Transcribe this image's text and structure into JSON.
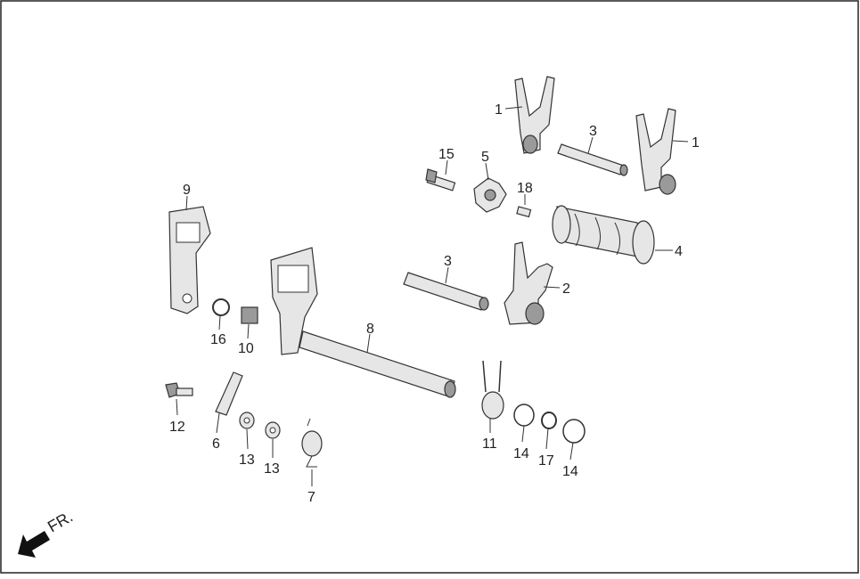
{
  "diagram": {
    "direction_label": "FR.",
    "callouts": [
      "1",
      "1",
      "3",
      "15",
      "5",
      "18",
      "9",
      "4",
      "3",
      "2",
      "16",
      "10",
      "8",
      "12",
      "6",
      "13",
      "13",
      "7",
      "11",
      "14",
      "17",
      "14"
    ]
  },
  "colors": {
    "line": "#333333",
    "part_fill": "#e6e6e6",
    "shade": "#9a9a9a"
  }
}
